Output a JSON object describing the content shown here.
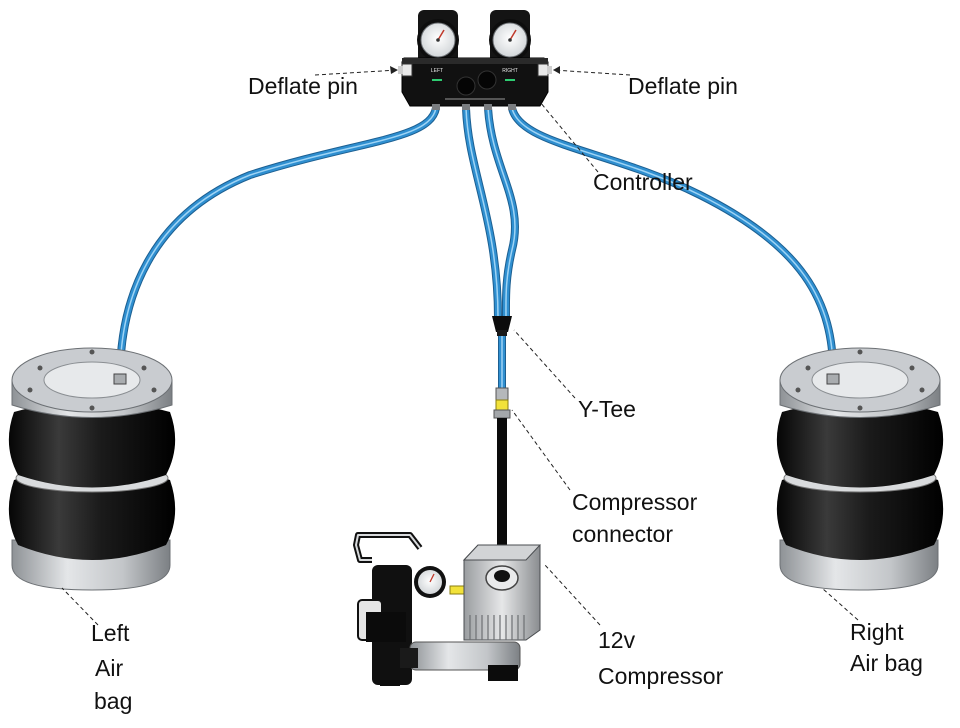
{
  "labels": {
    "deflate_pin_left": "Deflate pin",
    "deflate_pin_right": "Deflate pin",
    "controller": "Controller",
    "y_tee": "Y-Tee",
    "compressor_connector_line1": "Compressor",
    "compressor_connector_line2": "connector",
    "compressor_line1": "12v",
    "compressor_line2": "Compressor",
    "left_bag_line1": "Left",
    "left_bag_line2": "Air",
    "left_bag_line3": "bag",
    "right_bag_line1": "Right",
    "right_bag_line2": "Air bag"
  },
  "controller_panel": {
    "left_caption": "LEFT",
    "right_caption": "RIGHT"
  },
  "colors": {
    "hose": "#2f8fd0",
    "hose_highlight": "#9fd4f5",
    "bellows": "#1a1a1a",
    "metal": "#b9bcc0",
    "controller_body": "#111111",
    "leader_line": "#222222"
  }
}
